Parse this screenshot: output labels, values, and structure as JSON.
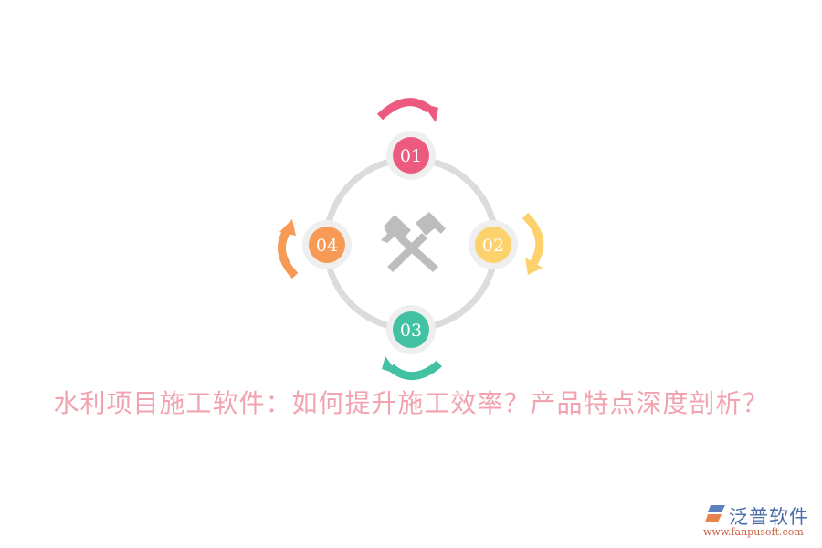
{
  "diagram": {
    "center_icon": "crossed-hammers-icon",
    "nodes": [
      {
        "label": "01",
        "color": "#EC5A80",
        "arrow_color": "#EC5A80",
        "position": "top"
      },
      {
        "label": "02",
        "color": "#FDD16B",
        "arrow_color": "#FDD16B",
        "position": "right"
      },
      {
        "label": "03",
        "color": "#42C1A3",
        "arrow_color": "#42C1A3",
        "position": "bottom"
      },
      {
        "label": "04",
        "color": "#F79A55",
        "arrow_color": "#F79A55",
        "position": "left"
      }
    ],
    "ring_color": "#DCDCDC",
    "node_halo_color": "#EFEFEF",
    "icon_color": "#BDBDBD"
  },
  "title": "水利项目施工软件：如何提升施工效率？产品特点深度剖析？",
  "title_color": "#F2A3B0",
  "brand": {
    "name": "泛普软件",
    "url": "www.fanpusoft.com",
    "logo_icon": "fanpu-logo-icon"
  }
}
